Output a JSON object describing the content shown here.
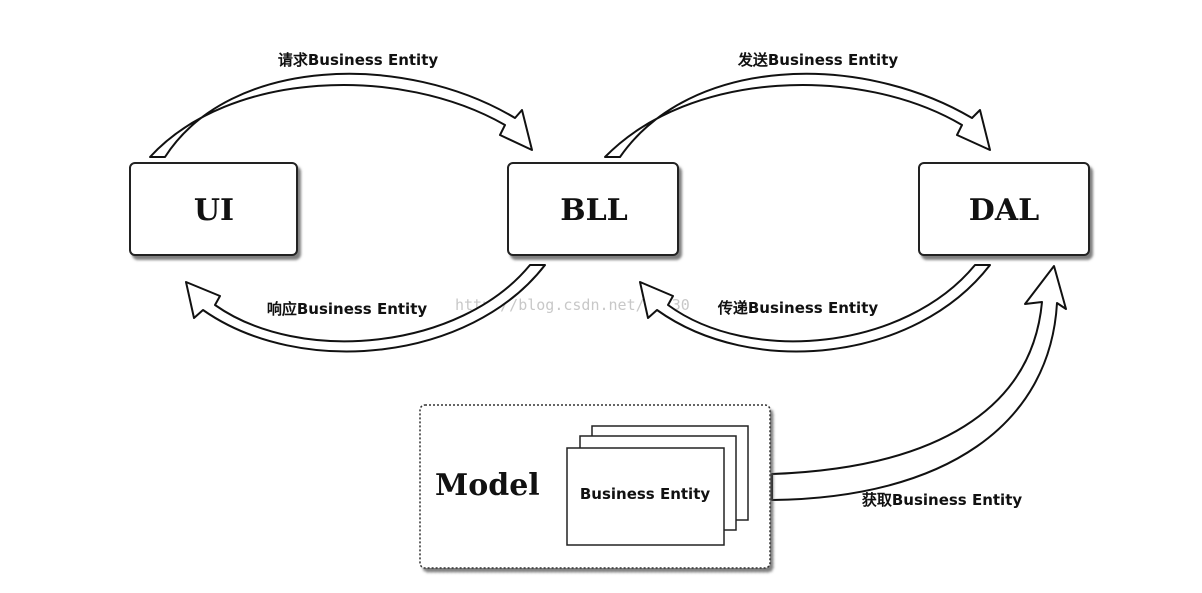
{
  "diagram": {
    "nodes": {
      "ui": "UI",
      "bll": "BLL",
      "dal": "DAL",
      "model": "Model",
      "entity": "Business Entity"
    },
    "edges": {
      "request": "请求Business Entity",
      "send": "发送Business Entity",
      "respond": "响应Business Entity",
      "pass": "传递Business Entity",
      "fetch": "获取Business Entity"
    },
    "watermark": "http://blog.csdn.net/d0130"
  }
}
